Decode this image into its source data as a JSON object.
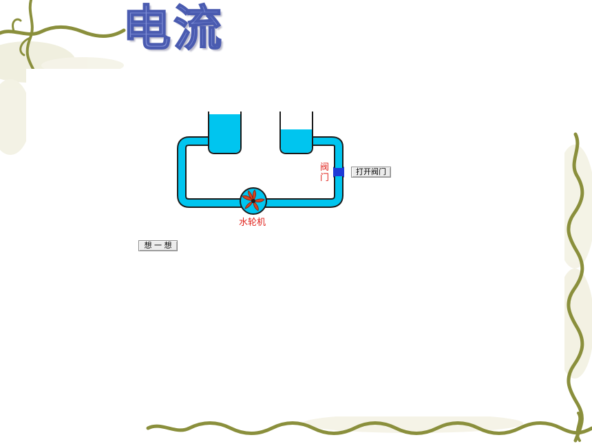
{
  "title": "电流",
  "diagram": {
    "valve_label_line1": "阀",
    "valve_label_line2": "门",
    "turbine_label": "水轮机"
  },
  "buttons": {
    "open_valve": "打开阀门",
    "think": "想 一 想"
  },
  "colors": {
    "water": "#00c5ef",
    "pipe_outline": "#1a1a1a",
    "label_red": "#e0201a",
    "valve_blue": "#1f3ad6",
    "title_fill": "#7f8ed6",
    "vine": "#8a8f3c"
  }
}
